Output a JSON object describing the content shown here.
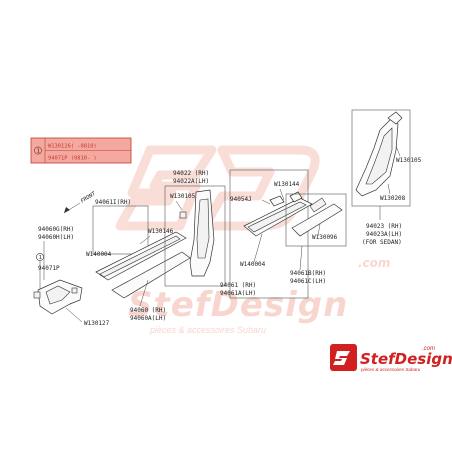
{
  "watermark": {
    "site": ".com",
    "brand": "StefDesign",
    "tagline": "pièces & accessoires Subaru"
  },
  "logo": {
    "brand": "StefDesign",
    "domain": ".com",
    "tagline": "pièces & accessoires Subaru"
  },
  "legend": {
    "marker": "1",
    "line1": "W130126( -0810)",
    "line2": "94071P (0810- )"
  },
  "front_label": "FRONT",
  "parts": {
    "p94060G": "94060G(RH)",
    "p94060H": "94060H(LH)",
    "marker1": "1",
    "p94071P": "94071P",
    "p94061I": "94061I(RH)",
    "pW140004a": "W140004",
    "pW130146": "W130146",
    "pW130127": "W130127",
    "p94060": "94060 (RH)",
    "p94060A": "94060A(LH)",
    "p94022": "94022 (RH)",
    "p94022A": "94022A(LH)",
    "pW130105a": "W130105",
    "p94054J": "94054J",
    "pW130144": "W130144",
    "pW140004b": "W140004",
    "p94061": "94061 (RH)",
    "p94061A": "94061A(LH)",
    "pW130096": "W130096",
    "p94061B": "94061B(RH)",
    "p94061C": "94061C(LH)",
    "pW130105b": "W130105",
    "pW130208": "W130208",
    "p94023": "94023 (RH)",
    "p94023A": "94023A(LH)",
    "for_sedan": "(FOR SEDAN)"
  },
  "colors": {
    "watermark": "#f5c4b8",
    "legend_fill": "#f4a9a0",
    "legend_border": "#c23a2e",
    "logo_red": "#d21f1f"
  }
}
